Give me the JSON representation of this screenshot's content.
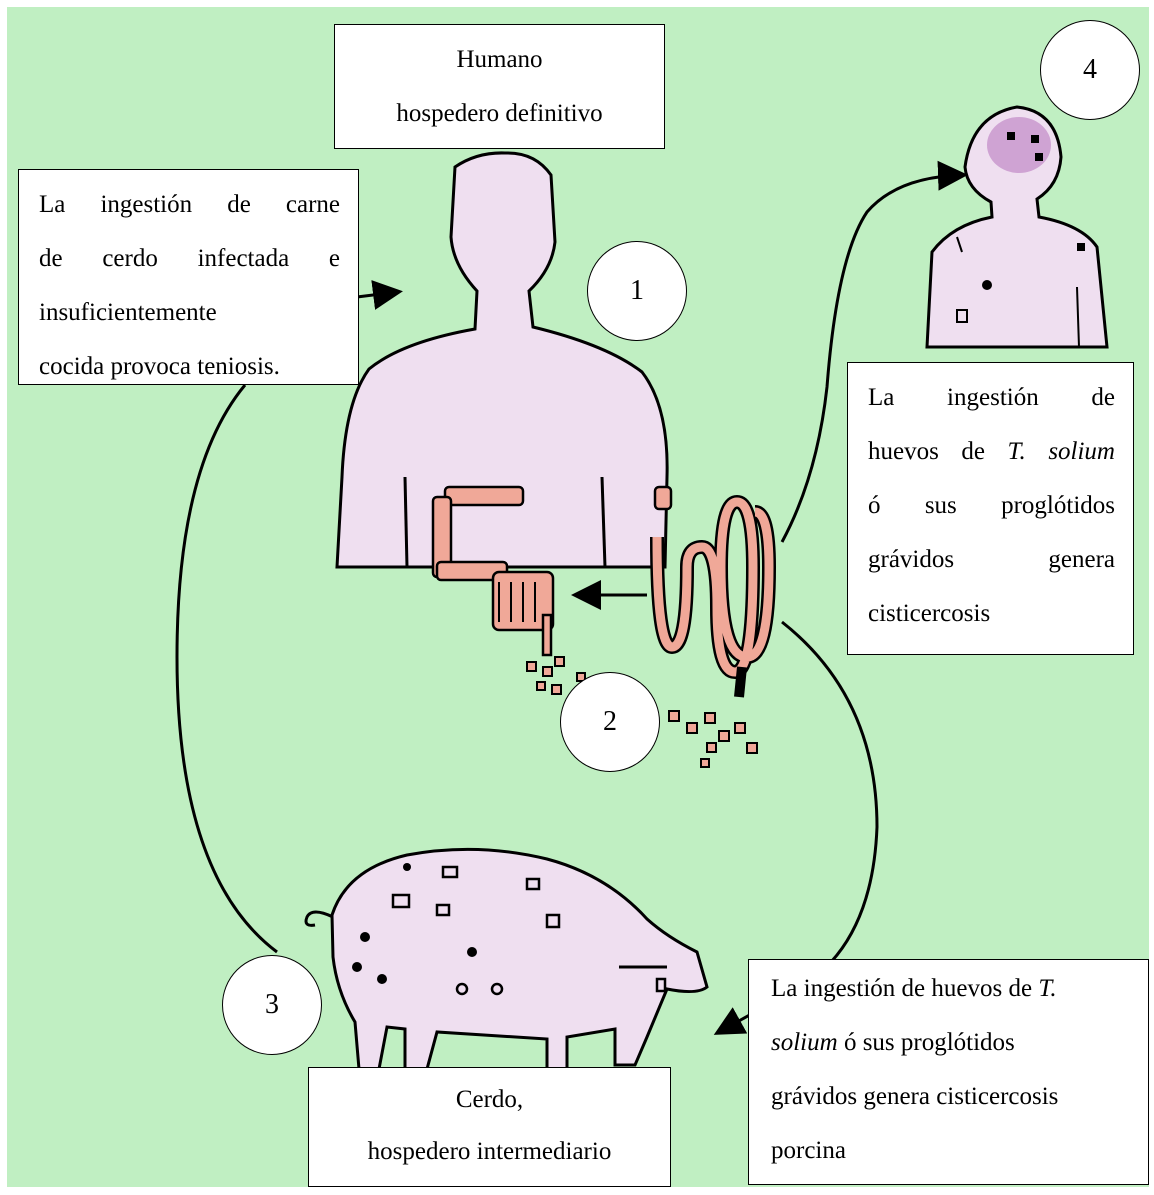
{
  "title_box": {
    "line1": "Humano",
    "line2": "hospedero definitivo"
  },
  "box_teniosis": {
    "line1": "La ingestión de carne",
    "line2": "de cerdo infectada e",
    "line3": "insuficientemente",
    "line4": "cocida provoca teniosis."
  },
  "box_cisticercosis": {
    "line1": "La ingestión de",
    "line2_pre": "huevos de ",
    "line2_italic": "T. solium",
    "line3": "ó sus proglótidos",
    "line4": "grávidos genera",
    "line5": "cisticercosis"
  },
  "box_porcina": {
    "line1_pre": "La ingestión de huevos de ",
    "line1_italic": "T.",
    "line2_italic": "solium",
    "line2_post": " ó sus proglótidos",
    "line3": "grávidos genera cisticercosis",
    "line4": "porcina"
  },
  "box_cerdo": {
    "line1": "Cerdo,",
    "line2": "hospedero intermediario"
  },
  "steps": [
    "1",
    "2",
    "3",
    "4"
  ],
  "colors": {
    "background": "#c0efc2",
    "body": "#efdff0",
    "intestine": "#f0a898",
    "brain_lesion": "#cfa3d3",
    "outline": "#000000"
  }
}
